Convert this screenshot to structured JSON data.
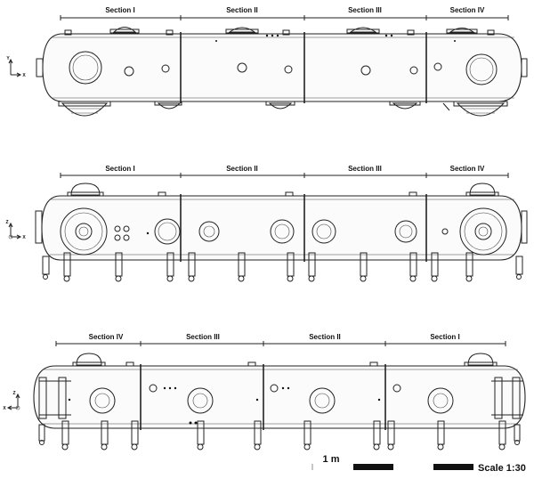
{
  "views": [
    {
      "id": "top",
      "axes": {
        "vertical": "Y",
        "horizontal": "X"
      },
      "sections": [
        "Section I",
        "Section II",
        "Section III",
        "Section IV"
      ]
    },
    {
      "id": "front",
      "axes": {
        "vertical": "Z",
        "horizontal": "X"
      },
      "sections": [
        "Section I",
        "Section II",
        "Section III",
        "Section IV"
      ]
    },
    {
      "id": "rear",
      "axes": {
        "vertical": "Z",
        "horizontal": "X"
      },
      "sections": [
        "Section IV",
        "Section III",
        "Section II",
        "Section I"
      ]
    }
  ],
  "scale": {
    "unit_label": "1 m",
    "ratio_label": "Scale 1:30"
  }
}
